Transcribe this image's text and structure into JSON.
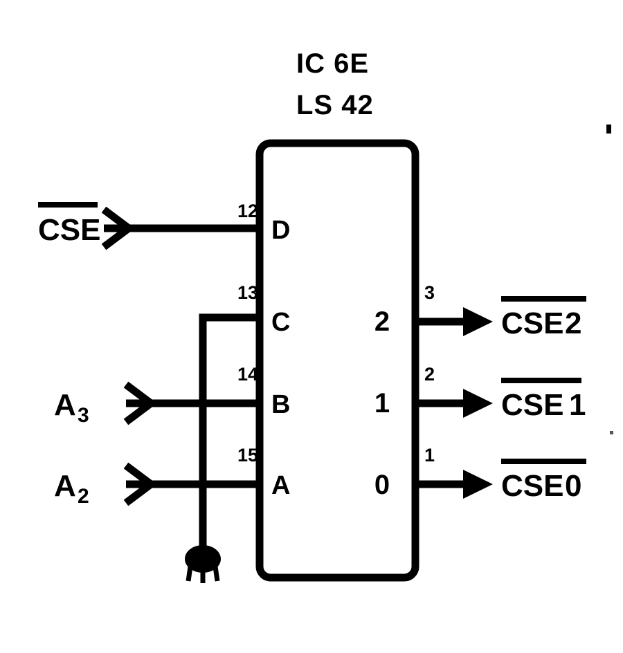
{
  "diagram": {
    "type": "logic-schematic",
    "background_color": "#ffffff",
    "ink_color": "#000000",
    "title_lines": [
      "IC 6E",
      "LS 42"
    ],
    "chip": {
      "reference": "IC 6E",
      "part_number": "LS 42",
      "input_ports": [
        {
          "name": "D",
          "pin": "12"
        },
        {
          "name": "C",
          "pin": "13"
        },
        {
          "name": "B",
          "pin": "14"
        },
        {
          "name": "A",
          "pin": "15"
        }
      ],
      "output_ports": [
        {
          "name": "2",
          "pin": "3"
        },
        {
          "name": "1",
          "pin": "2"
        },
        {
          "name": "0",
          "pin": "1"
        }
      ]
    },
    "inputs": [
      {
        "label": "CSE",
        "subscript": "",
        "overbar": true,
        "connects_to": "D",
        "pin": "12"
      },
      {
        "label": "A",
        "subscript": "3",
        "overbar": false,
        "connects_to": "B",
        "pin": "14"
      },
      {
        "label": "A",
        "subscript": "2",
        "overbar": false,
        "connects_to": "A",
        "pin": "15"
      }
    ],
    "outputs": [
      {
        "label": "CSE",
        "index": "2",
        "overbar": true,
        "from_port": "2",
        "pin": "3"
      },
      {
        "label": "CSE",
        "index": "1",
        "overbar": true,
        "from_port": "1",
        "pin": "2"
      },
      {
        "label": "CSE",
        "index": "0",
        "overbar": true,
        "from_port": "0",
        "pin": "1"
      }
    ],
    "ground": {
      "symbol": "ground",
      "connected_port": "C",
      "connected_pin": "13",
      "note": "pin 13 (C) tied to ground"
    }
  }
}
